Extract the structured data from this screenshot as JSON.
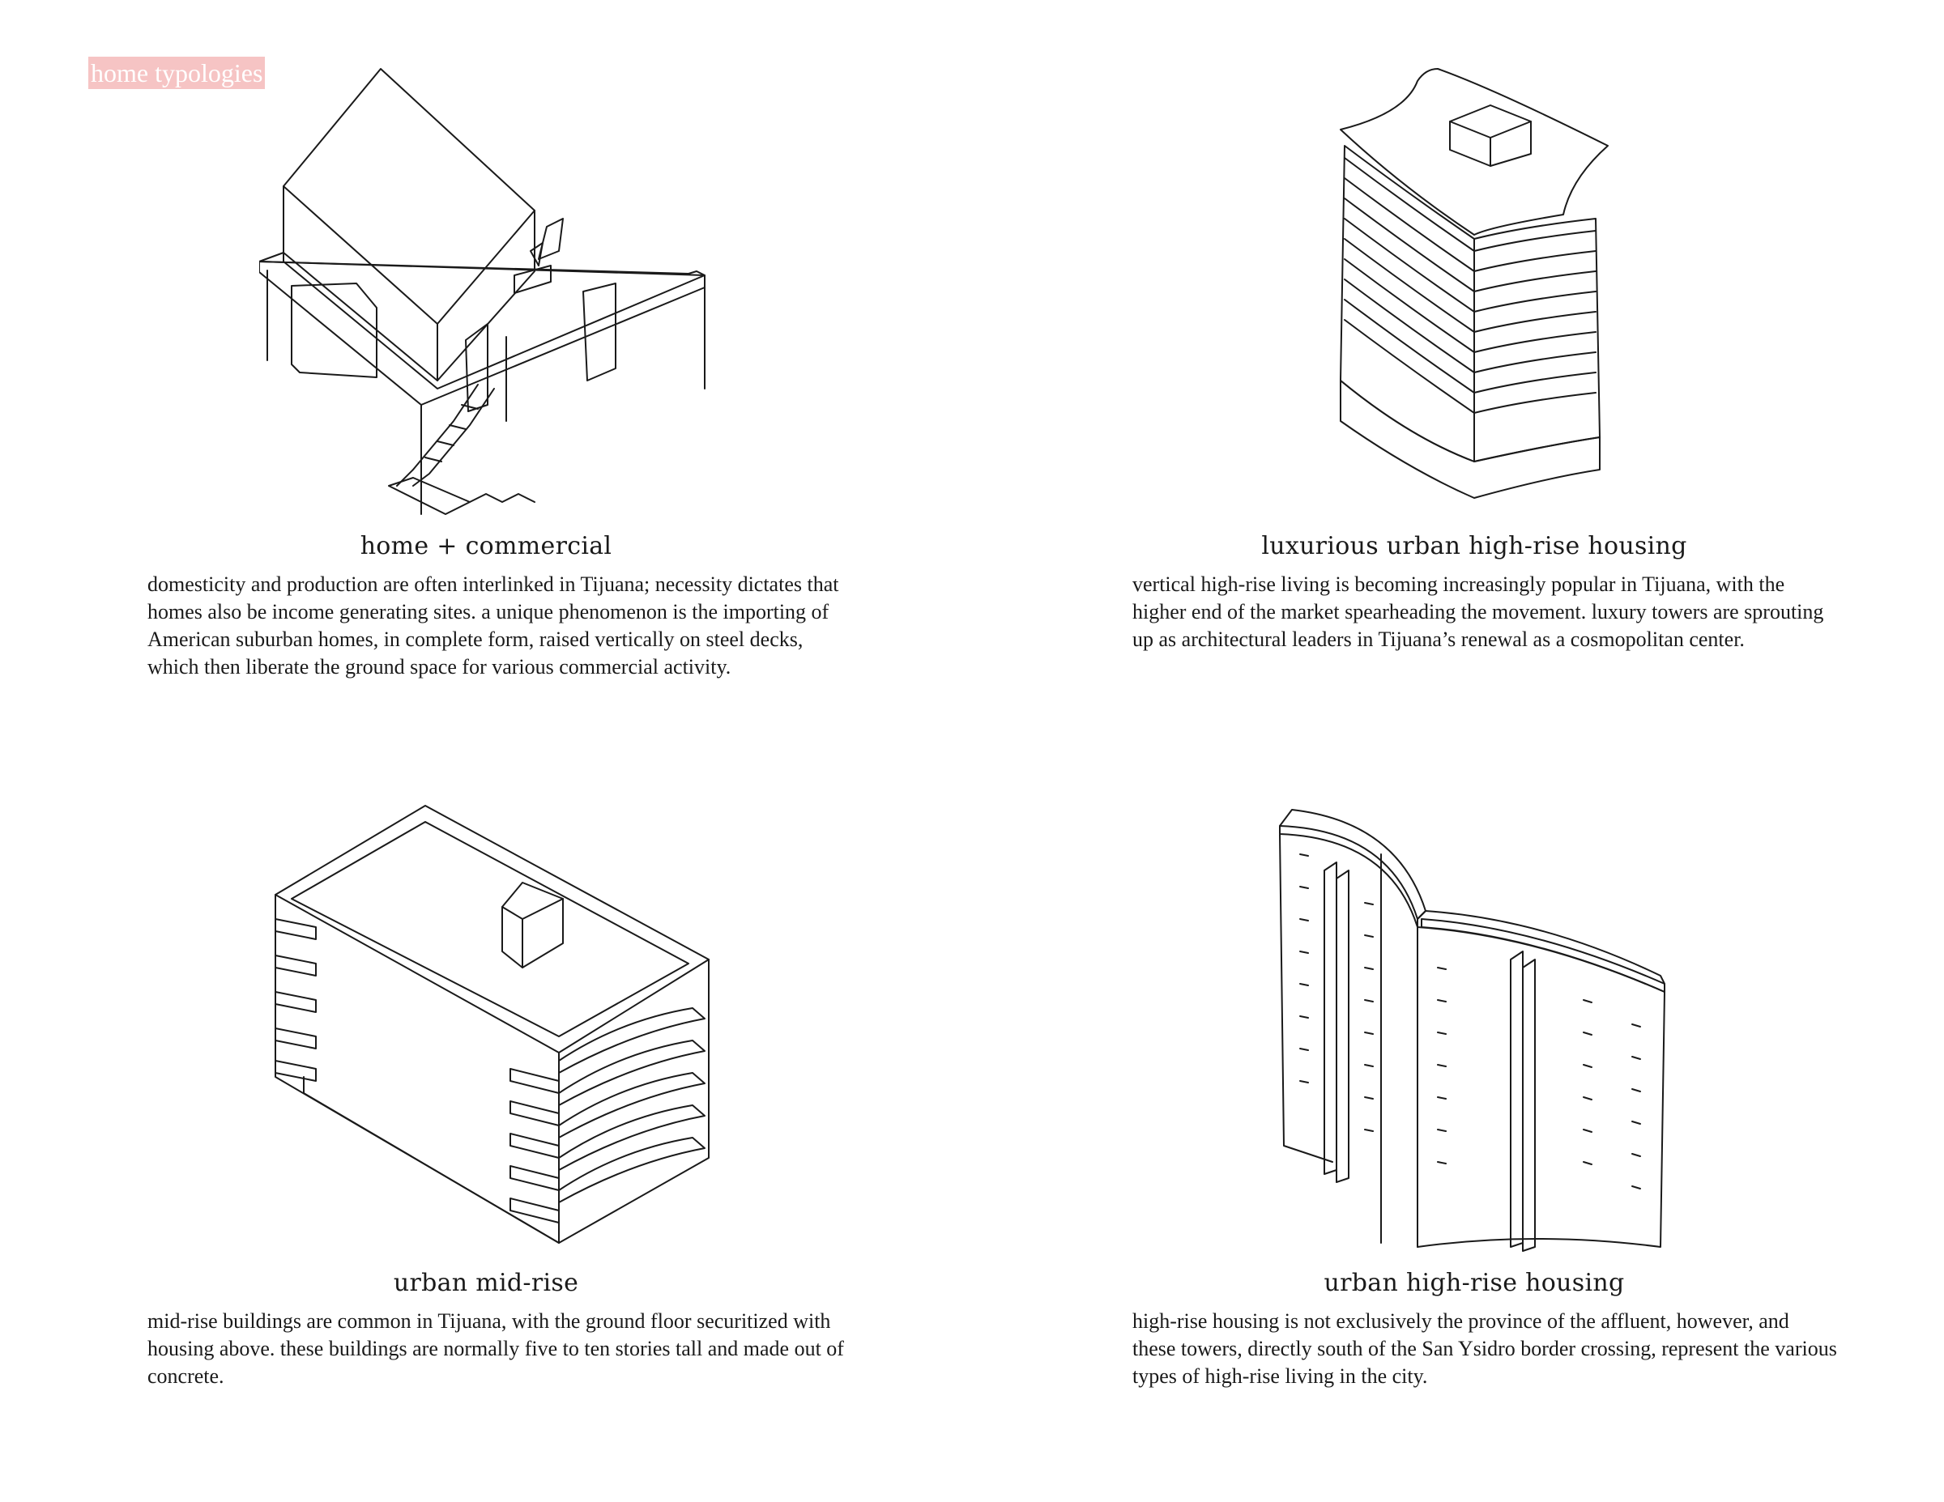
{
  "tag": "home typologies",
  "panels": [
    {
      "title": "home + commercial",
      "description": "domesticity and production are often interlinked in Tijuana; necessity dictates that homes also be income generating sites. a unique phenomenon is the importing of American suburban homes, in complete form, raised vertically on steel decks, which then liberate the ground space for various commercial activity.",
      "icon": "raised-house-on-steel-deck-icon"
    },
    {
      "title": "luxurious urban high-rise housing",
      "description": "vertical high-rise living is becoming increasingly popular in Tijuana, with the higher end of the market spearheading the movement. luxury towers are sprouting up as architectural leaders in Tijuana’s renewal as a cosmopolitan center.",
      "icon": "curved-luxury-tower-icon"
    },
    {
      "title": "urban mid-rise",
      "description": "mid-rise buildings are common in Tijuana, with the ground floor securitized with housing above. these buildings are normally five to ten stories tall and made out of concrete.",
      "icon": "mid-rise-block-icon"
    },
    {
      "title": "urban high-rise housing",
      "description": "high-rise housing is not exclusively the province of the affluent, however, and these towers, directly south of the San Ysidro border crossing, represent the various types of high-rise living in the city.",
      "icon": "curved-slab-towers-icon"
    }
  ],
  "colors": {
    "tag_background": "#f6c4c4",
    "line": "#1a1a1a",
    "page": "#ffffff"
  }
}
